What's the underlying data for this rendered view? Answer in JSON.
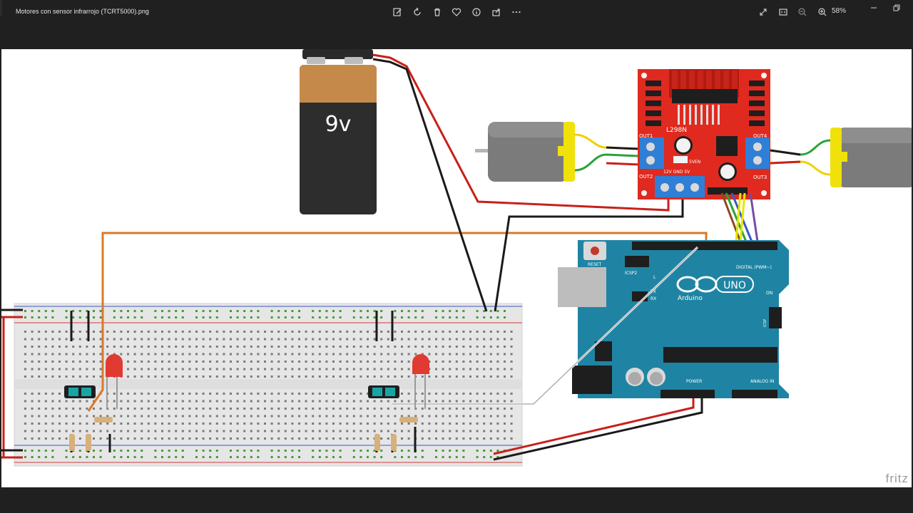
{
  "window": {
    "title": "Motores con sensor infrarrojo (TCRT5000).png",
    "zoom_level": "58%"
  },
  "toolbar": {
    "icons": [
      "edit-icon",
      "rotate-icon",
      "delete-icon",
      "favorite-icon",
      "info-icon",
      "share-icon",
      "more-icon"
    ],
    "right_icons": [
      "fullscreen-icon",
      "actual-size-icon",
      "zoom-out-icon",
      "zoom-in-icon"
    ],
    "window_controls": [
      "minimize-icon",
      "restore-icon"
    ]
  },
  "circuit": {
    "battery_label": "9v",
    "driver": {
      "chip_label": "L298N",
      "out1": "OUT1",
      "out2": "OUT2",
      "out3": "OUT3",
      "out4": "OUT4",
      "power_labels": "12V GND  5V",
      "jumper_label": "5VEN"
    },
    "arduino": {
      "logo": "UNO",
      "brand": "Arduino",
      "reset": "RESET",
      "icsp2": "ICSP2",
      "icsp": "ICSP",
      "digital": "DIGITAL (PWM~)",
      "power": "POWER",
      "analog": "ANALOG IN",
      "on": "ON",
      "l": "L",
      "tx": "TX",
      "rx": "RX"
    },
    "watermark": "fritz"
  },
  "colors": {
    "wire_red": "#c8201a",
    "wire_black": "#1a1a1a",
    "wire_orange": "#d9792a",
    "arduino_teal": "#1f84a3",
    "driver_red": "#e02a1f",
    "breadboard": "#e6e6e6"
  }
}
